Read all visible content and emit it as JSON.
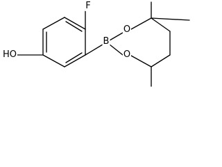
{
  "molecule": {
    "atoms": {
      "fluorine": "F",
      "hydroxyl": "HO",
      "boron": "B",
      "oxygen_upper": "O",
      "oxygen_lower": "O"
    }
  },
  "colors": {
    "bond": "#000000",
    "background": "#ffffff",
    "text": "#000000"
  }
}
